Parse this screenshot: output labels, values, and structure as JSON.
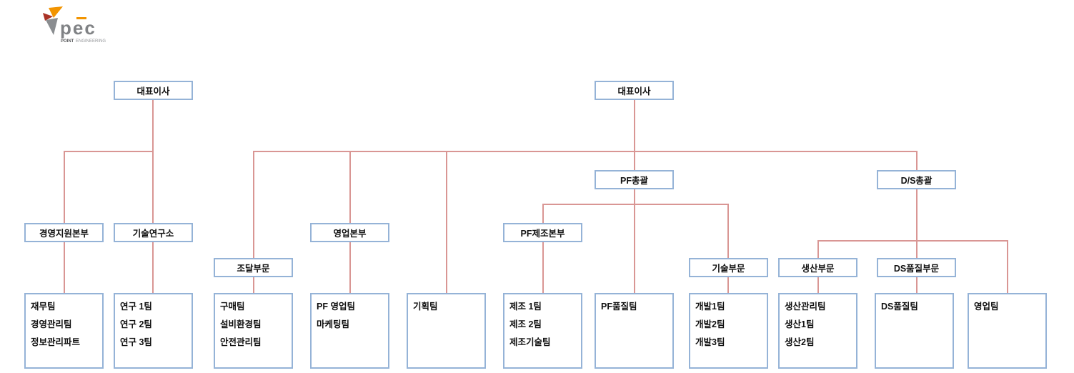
{
  "logo": {
    "wordmark": "pec",
    "tagline_bold": "POINT",
    "tagline_light": "ENGINEERING",
    "colors": {
      "orange": "#f29400",
      "red": "#a93226",
      "gray": "#8a8d90"
    }
  },
  "colors": {
    "box_border": "#95b3d7",
    "connector_line": "#d99694",
    "text": "#111111",
    "background": "#ffffff"
  },
  "org": {
    "nodes": {
      "left_ceo": "대표이사",
      "right_ceo": "대표이사",
      "pf_chief": "PF총괄",
      "ds_chief": "D/S총괄",
      "mgmt_support": "경영지원본부",
      "tech_research": "기술연구소",
      "procurement": "조달부문",
      "sales_hq": "영업본부",
      "pf_mfg_hq": "PF제조본부",
      "tech_div": "기술부문",
      "production_div": "생산부문",
      "ds_quality_div": "DS품질부문"
    },
    "team_boxes": [
      {
        "id": "finance",
        "items": [
          "재무팀",
          "경영관리팀",
          "정보관리파트"
        ]
      },
      {
        "id": "research",
        "items": [
          "연구 1팀",
          "연구 2팀",
          "연구 3팀"
        ]
      },
      {
        "id": "purchasing",
        "items": [
          "구매팀",
          "설비환경팀",
          "안전관리팀"
        ]
      },
      {
        "id": "pf_sales",
        "items": [
          "PF 영업팀",
          "마케팅팀"
        ]
      },
      {
        "id": "planning",
        "items": [
          "기획팀"
        ]
      },
      {
        "id": "manufacturing",
        "items": [
          "제조 1팀",
          "제조 2팀",
          "제조기술팀"
        ]
      },
      {
        "id": "pf_quality",
        "items": [
          "PF품질팀"
        ]
      },
      {
        "id": "development",
        "items": [
          "개발1팀",
          "개발2팀",
          "개발3팀"
        ]
      },
      {
        "id": "production",
        "items": [
          "생산관리팀",
          "생산1팀",
          "생산2팀"
        ]
      },
      {
        "id": "ds_quality",
        "items": [
          "DS품질팀"
        ]
      },
      {
        "id": "sales",
        "items": [
          "영업팀"
        ]
      }
    ]
  }
}
